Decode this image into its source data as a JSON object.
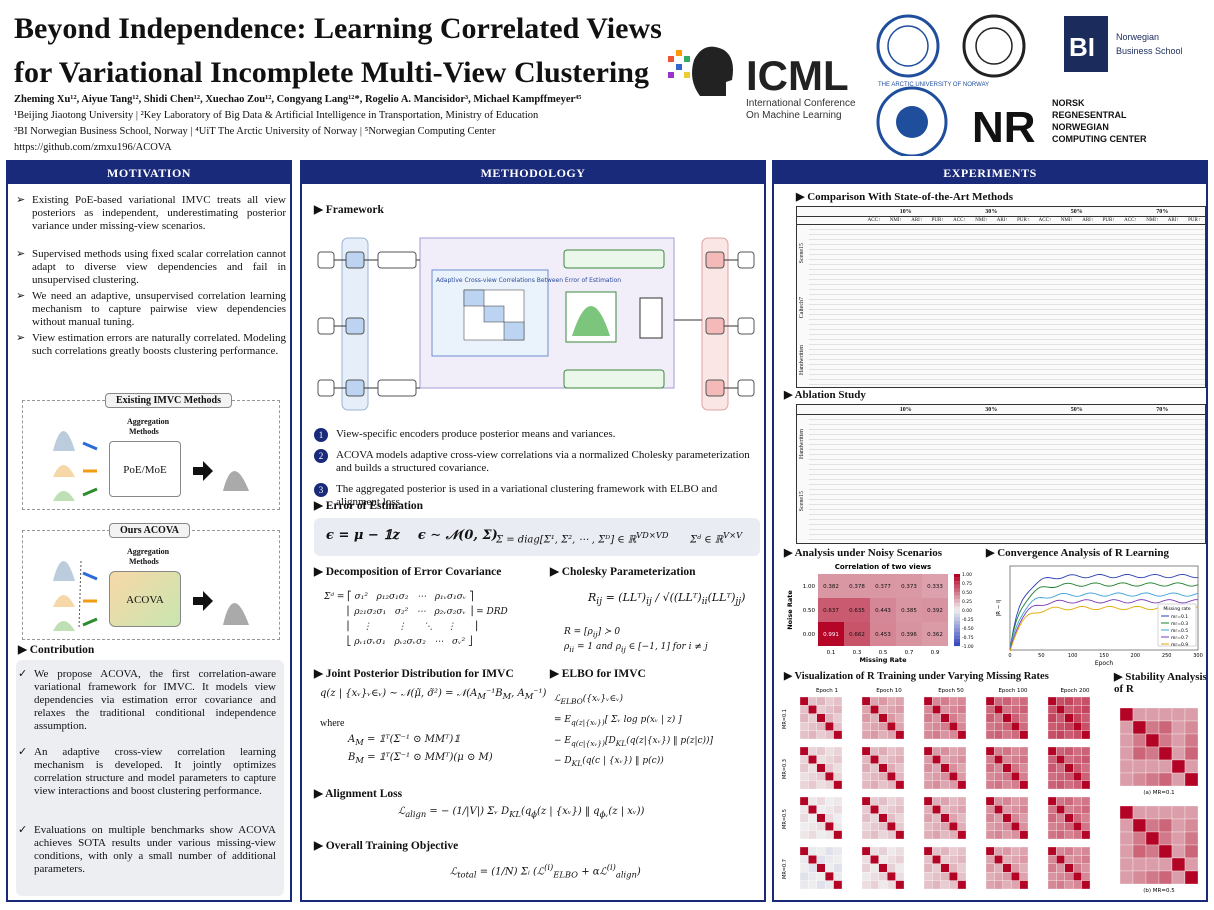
{
  "title": {
    "line1": "Beyond Independence: Learning Correlated Views",
    "line2": "for Variational Incomplete Multi-View Clustering"
  },
  "authors": "Zheming Xu¹², Aiyue Tang¹², Shidi Chen¹², Xuechao Zou¹², Congyang Lang¹²*, Rogelio A. Mancisidor³, Michael Kampffmeyer⁴⁵",
  "affiliations": [
    "¹Beijing Jiaotong University | ²Key Laboratory of Big Data & Artificial Intelligence in Transportation, Ministry of Education",
    "³BI Norwegian Business School, Norway | ⁴UiT The Arctic University of Norway | ⁵Norwegian Computing Center",
    "https://github.com/zmxu196/ACOVA"
  ],
  "logos": {
    "icml": "ICML",
    "icml_sub1": "International Conference",
    "icml_sub2": "On Machine Learning",
    "bi": "BI",
    "bi_sub1": "Norwegian",
    "bi_sub2": "Business School",
    "nr": "NR",
    "nr_sub1": "NORSK",
    "nr_sub2": "REGNESENTRAL",
    "nr_sub3": "NORWEGIAN",
    "nr_sub4": "COMPUTING CENTER",
    "uit": "THE ARCTIC UNIVERSITY OF NORWAY"
  },
  "motivation": {
    "heading": "MOTIVATION",
    "bullets": [
      "Existing PoE-based variational IMVC treats all view posteriors as independent, underestimating posterior variance under missing-view scenarios.",
      "Supervised methods using fixed scalar correlation cannot adapt to diverse view dependencies and fail in unsupervised clustering.",
      "We need an adaptive, unsupervised correlation learning mechanism to capture pairwise view dependencies without manual tuning.",
      "View estimation errors are naturally correlated. Modeling such correlations greatly boosts clustering performance."
    ],
    "existing_label": "Existing IMVC Methods",
    "agg1": "Aggregation",
    "agg2": "Methods",
    "poe": "PoE/MoE",
    "ours_label": "Ours ACOVA",
    "acova_box": "ACOVA"
  },
  "contribution": {
    "heading": "Contribution",
    "items": [
      "We propose ACOVA, the first correlation-aware variational framework for IMVC. It models view dependencies via estimation error covariance and relaxes the traditional conditional independence assumption.",
      "An adaptive cross-view correlation learning mechanism is developed. It jointly optimizes correlation structure and model parameters to capture view interactions and boost clustering performance.",
      "Evaluations on multiple benchmarks show ACOVA achieves SOTA results under various missing-view conditions, with only a small number of additional parameters."
    ]
  },
  "methodology": {
    "heading": "METHODOLOGY",
    "framework": "Framework",
    "steps": [
      "View-specific encoders produce posterior means and variances.",
      "ACOVA models adaptive cross-view correlations via a normalized Cholesky parameterization and builds a structured covariance.",
      "The aggregated posterior is used in a variational clustering framework with ELBO and alignment loss."
    ],
    "error_est": "Error of Estimation",
    "decomp": "Decomposition of Error Covariance",
    "cholesky": "Cholesky Parameterization",
    "joint": "Joint Posterior Distribution for IMVC",
    "elbo": "ELBO for IMVC",
    "align": "Alignment Loss",
    "overall": "Overall Training Objective",
    "where": "where",
    "fw_box": "Adaptive Cross-view Correlations Between Error of Estimation"
  },
  "experiments": {
    "heading": "EXPERIMENTS",
    "comparison": "Comparison With State-of-the-Art Methods",
    "ablation": "Ablation Study",
    "noisy": "Analysis under Noisy Scenarios",
    "convergence": "Convergence Analysis of R Learning",
    "vis": "Visualization of R Training under Varying Missing Rates",
    "stability": "Stability Analysis of R",
    "heat_title": "Correlation of two views",
    "heat_xlabel": "Missing Rate",
    "heat_ylabel": "Noise Rate",
    "conv_xlabel": "Epoch",
    "conv_legend_title": "Missing rate",
    "epochs": [
      "Epoch 1",
      "Epoch 10",
      "Epoch 50",
      "Epoch 100",
      "Epoch 200"
    ],
    "mr_rows": [
      "MR=0.1",
      "MR=0.3",
      "MR=0.5",
      "MR=0.7"
    ],
    "missing_rates": [
      "10%",
      "30%",
      "50%",
      "70%"
    ],
    "metrics": [
      "ACC↑",
      "NMI↑",
      "ARI↑",
      "PUR↑"
    ],
    "datasets": [
      "Scene15",
      "Caltech7",
      "Handwritten"
    ],
    "stab_a": "(a) MR=0.1",
    "stab_b": "(b) MR=0.5"
  },
  "chart_data": [
    {
      "type": "heatmap",
      "title": "Correlation of two views",
      "xlabel": "Missing Rate",
      "ylabel": "Noise Rate",
      "x": [
        "0.1",
        "0.3",
        "0.5",
        "0.7",
        "0.9"
      ],
      "y": [
        "1.00",
        "0.50",
        "0.00"
      ],
      "values": [
        [
          0.382,
          0.378,
          0.377,
          0.373,
          0.333
        ],
        [
          0.637,
          0.635,
          0.443,
          0.385,
          0.392
        ],
        [
          0.991,
          0.662,
          0.453,
          0.396,
          0.362
        ]
      ],
      "colorbar": [
        -1.0,
        -0.75,
        -0.5,
        -0.25,
        0.0,
        0.25,
        0.5,
        0.75,
        1.0
      ]
    },
    {
      "type": "line",
      "title": "Convergence Analysis of R Learning",
      "xlabel": "Epoch",
      "ylabel": "|R − I|",
      "x_ticks": [
        0,
        50,
        100,
        150,
        200,
        250,
        300
      ],
      "series": [
        {
          "name": "mr=0.1"
        },
        {
          "name": "mr=0.3"
        },
        {
          "name": "mr=0.5"
        },
        {
          "name": "mr=0.7"
        },
        {
          "name": "mr=0.9"
        }
      ]
    }
  ]
}
